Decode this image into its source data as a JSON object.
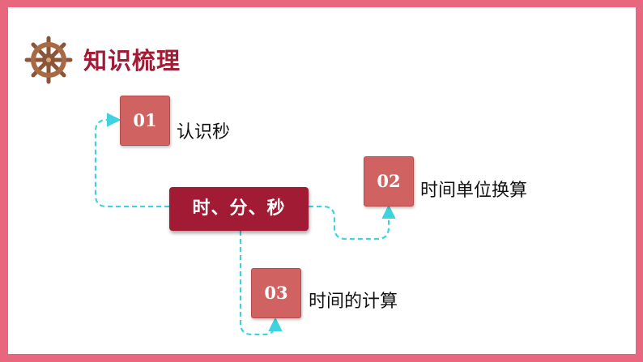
{
  "header": {
    "title": "知识梳理",
    "icon": "ship-wheel-icon"
  },
  "diagram": {
    "center_label": "时、分、秒",
    "items": [
      {
        "number": "01",
        "label": "认识秒"
      },
      {
        "number": "02",
        "label": "时间单位换算"
      },
      {
        "number": "03",
        "label": "时间的计算"
      }
    ]
  },
  "colors": {
    "frame": "#e8677f",
    "accent": "#a11b34",
    "number_box": "#d06262",
    "connector": "#3ed3de"
  }
}
